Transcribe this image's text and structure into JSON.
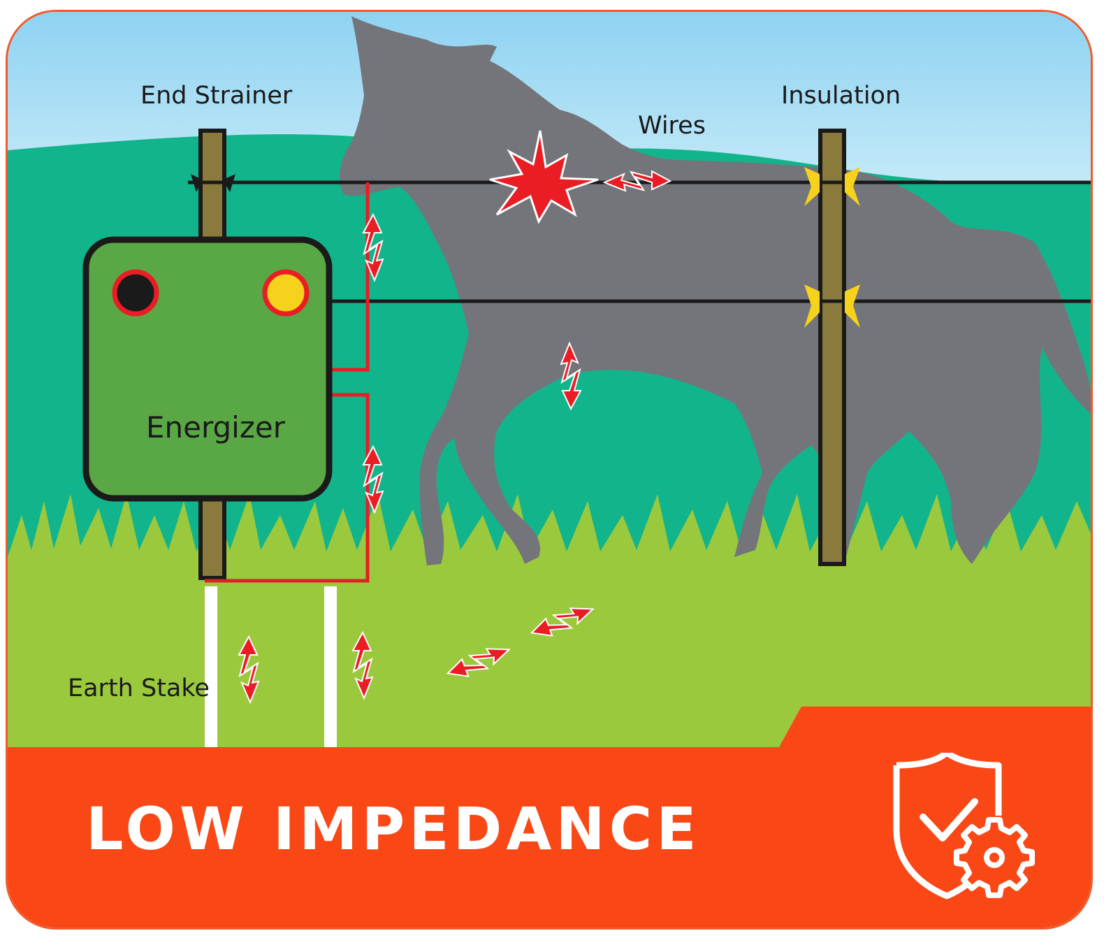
{
  "labels": {
    "end_strainer": "End Strainer",
    "insulation": "Insulation",
    "wires": "Wires",
    "energizer": "Energizer",
    "earth_stake": "Earth Stake"
  },
  "footer": {
    "title": "LOW IMPEDANCE",
    "icon": "shield-check-gear-icon"
  },
  "colors": {
    "sky": "#9ed8f0",
    "hill": "#12b48c",
    "grass": "#9bc93e",
    "banner": "#f94716",
    "energizer_box": "#5aa845",
    "horse": "#74757a",
    "post": "#8a7a3c",
    "current": "#ea1c24",
    "insulator": "#f7d21c"
  }
}
